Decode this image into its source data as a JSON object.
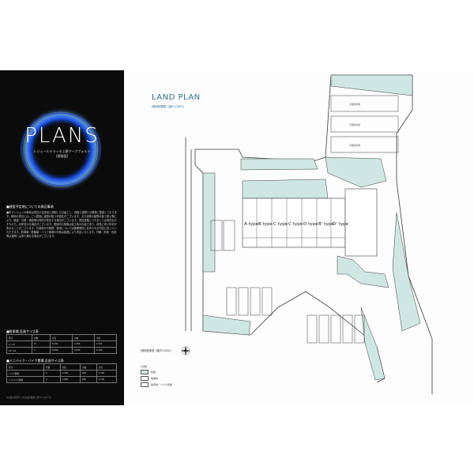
{
  "left_panel": {
    "title": "PLANS",
    "subtitle": "レジェールテラッセ上野アークフォルテ",
    "subtitle2": "[間取図]",
    "section_heading": "■建設予定地についての周辺事項",
    "body": "■本マンションの敷地は周辺の住宅地と調和した計画とし、道路と建物との関係に配慮しております。敷地の周辺には、ご入居後に建物が建つ可能性がございます。また近隣の建物の建て替え等により、眺望・日照・通風等の環境が変化する場合がございます。周辺道路につきましては現況を示すもので、将来変わる場合がございます。敷地内の植栽は竣工時の計画であり、成長に伴い形状が変わることがございます。共用部分の管理・使用については管理規約に定められた内容に従っていただきます。駐車場・駐輪場・バイク置場の利用は抽選により決定いたします。外観・形状・色彩等は実際とは多少異なる場合がございます。",
    "table1_heading": "■駐車場 区画サイズ表",
    "table1": [
      [
        "区分",
        "台数",
        "全長",
        "全幅",
        "全高"
      ],
      [
        "1〜13",
        "13",
        "5,000",
        "2,300",
        "1,550"
      ],
      [
        "14〜16",
        "3",
        "5,000",
        "2,500",
        "2,100"
      ]
    ],
    "table2_heading": "■ミニバイク・バイク置場 区画サイズ表",
    "table2": [
      [
        "区分",
        "台数",
        "全長",
        "全幅",
        "全高"
      ],
      [
        "バイク置場",
        "5",
        "2,200",
        "900",
        "1,300"
      ],
      [
        "ミニバイク置場",
        "4",
        "1,800",
        "800",
        "1,100"
      ]
    ],
    "footnote": "※記載の区画サイズは設計図書に基づくものです。"
  },
  "plan": {
    "title": "LAND PLAN",
    "subtitle": "[敷地配置図（縮尺1/300）]",
    "units": [
      "A type",
      "B type",
      "C type",
      "C type",
      "D type",
      "B' type",
      "D' type"
    ],
    "map_caption": "[敷地配置図（縮尺1/300）]",
    "legend_heading": "[凡例]",
    "legend": [
      "植栽",
      "駐輪場",
      "駐車場・バイク置場"
    ],
    "colors": {
      "planting": "#cfe7e3",
      "outline": "#3b3b3b",
      "title_blue": "#2d6f8f",
      "panel_bg": "#0b0b0b",
      "ring_blue": "#2e6cff"
    }
  }
}
